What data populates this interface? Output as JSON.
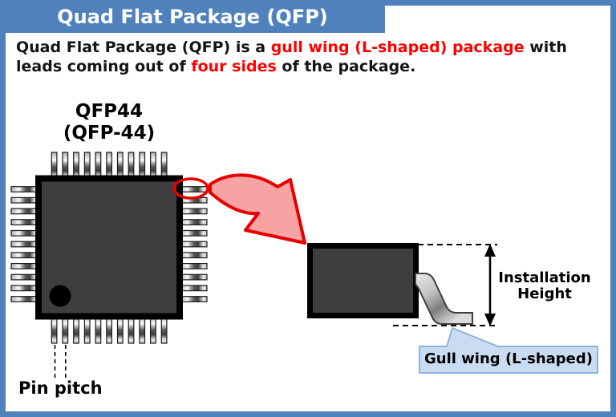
{
  "header": {
    "title": "Quad Flat Package (QFP)"
  },
  "description": {
    "line1": [
      {
        "text": "Quad Flat Package (QFP) is a "
      },
      {
        "text": "gull wing (L-shaped) package",
        "highlight": true
      },
      {
        "text": " with"
      }
    ],
    "line2": [
      {
        "text": "leads coming out of "
      },
      {
        "text": "four sides",
        "highlight": true
      },
      {
        "text": " of the package."
      }
    ]
  },
  "diagram": {
    "chip_label": "QFP44\n(QFP-44)",
    "pins_per_side": 11,
    "total_pins": 44,
    "pin_pitch_label": "Pin pitch",
    "installation_height_label": "Installation\nHeight",
    "gull_wing_label": "Gull wing (L-shaped)"
  },
  "colors": {
    "accent_blue": "#4F81BD",
    "callout_fill": "#CADCF1",
    "callout_border": "#8DB3DF",
    "highlight_red": "#FF0000",
    "arrow_fill": "#F7A3A3",
    "arrow_stroke": "#E60000",
    "chip_body": "#3E3E3E"
  }
}
